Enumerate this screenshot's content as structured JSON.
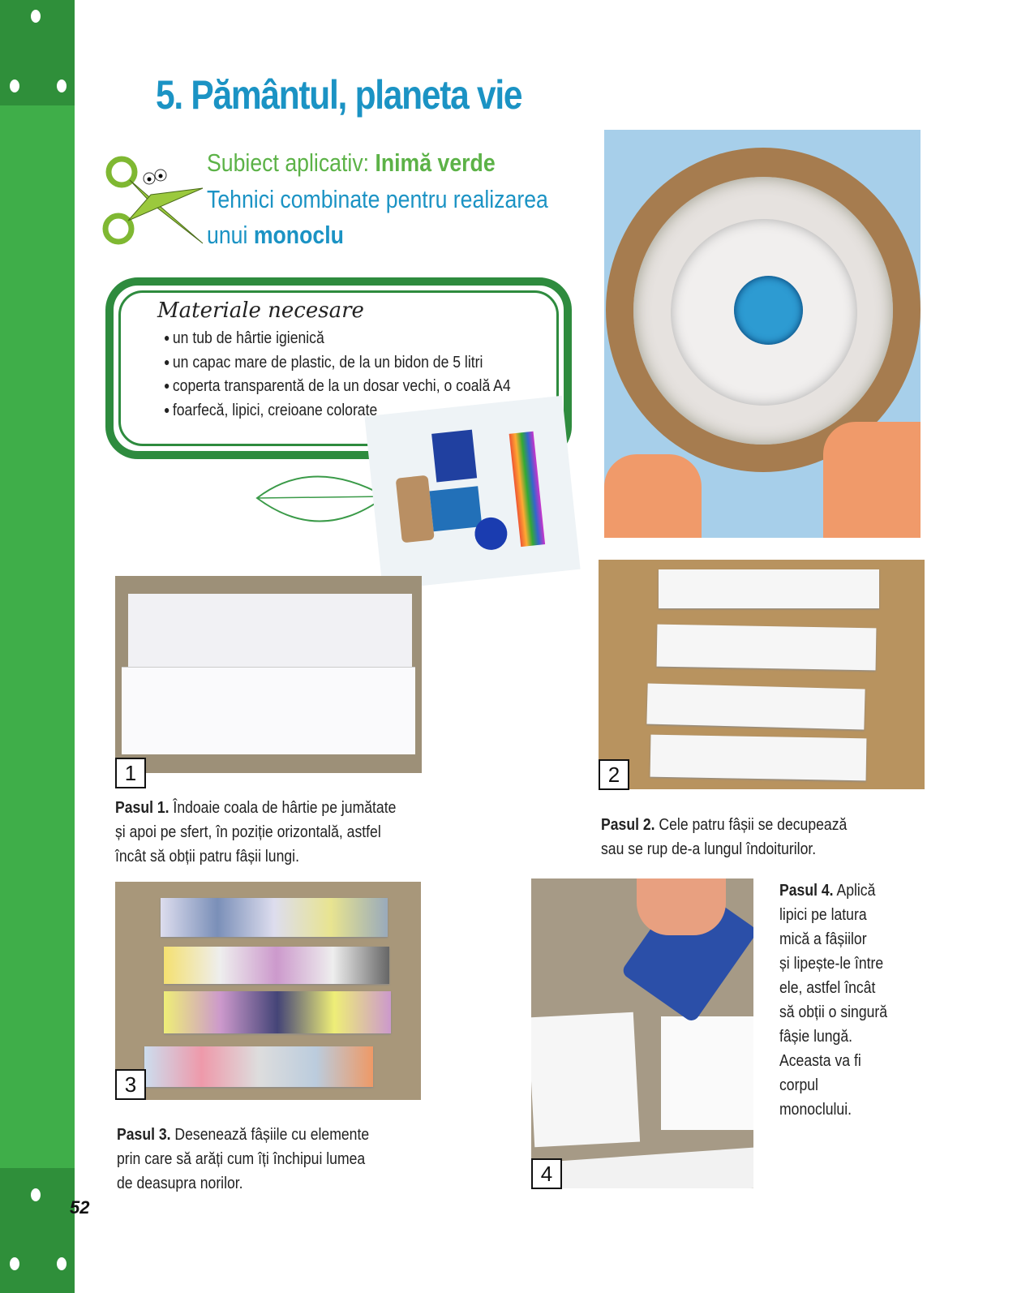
{
  "title": "5. Pământul, planeta vie",
  "subject": {
    "label": "Subiect aplicativ: ",
    "name": "Inimă verde",
    "line2": "Tehnici combinate pentru realizarea",
    "line3_prefix": "unui ",
    "line3_bold": "monoclu"
  },
  "materials": {
    "title": "Materiale necesare",
    "items": [
      "un tub de hârtie igienică",
      "un capac mare de plastic, de la un bidon de 5 litri",
      "coperta transparentă de la un dosar vechi, o coală A4",
      "foarfecă, lipici, creioane colorate"
    ]
  },
  "steps": [
    {
      "num": "1",
      "label": "Pasul 1.",
      "lines": [
        " Îndoaie coala de hârtie pe jumătate",
        "și apoi pe sfert, în poziție orizontală, astfel",
        "încât să obții patru fâșii lungi."
      ]
    },
    {
      "num": "2",
      "label": "Pasul 2.",
      "lines": [
        " Cele patru fâșii se decupează",
        "sau se rup de-a lungul îndoiturilor."
      ]
    },
    {
      "num": "3",
      "label": "Pasul 3.",
      "lines": [
        " Desenează fâșiile cu elemente",
        "prin care să arăți cum îți închipui lumea",
        "de deasupra norilor."
      ]
    },
    {
      "num": "4",
      "label": "Pasul 4.",
      "lines": [
        " Aplică",
        "lipici pe latura",
        "mică a fâșiilor",
        "și lipește-le între",
        "ele, astfel încât",
        "să obții o singură",
        "fâșie lungă.",
        "Aceasta va fi",
        "corpul",
        "monoclului."
      ]
    }
  ],
  "page_number": "52",
  "colors": {
    "sidebar": "#3fae49",
    "title": "#1b93c4",
    "frame": "#2e8b3e"
  }
}
